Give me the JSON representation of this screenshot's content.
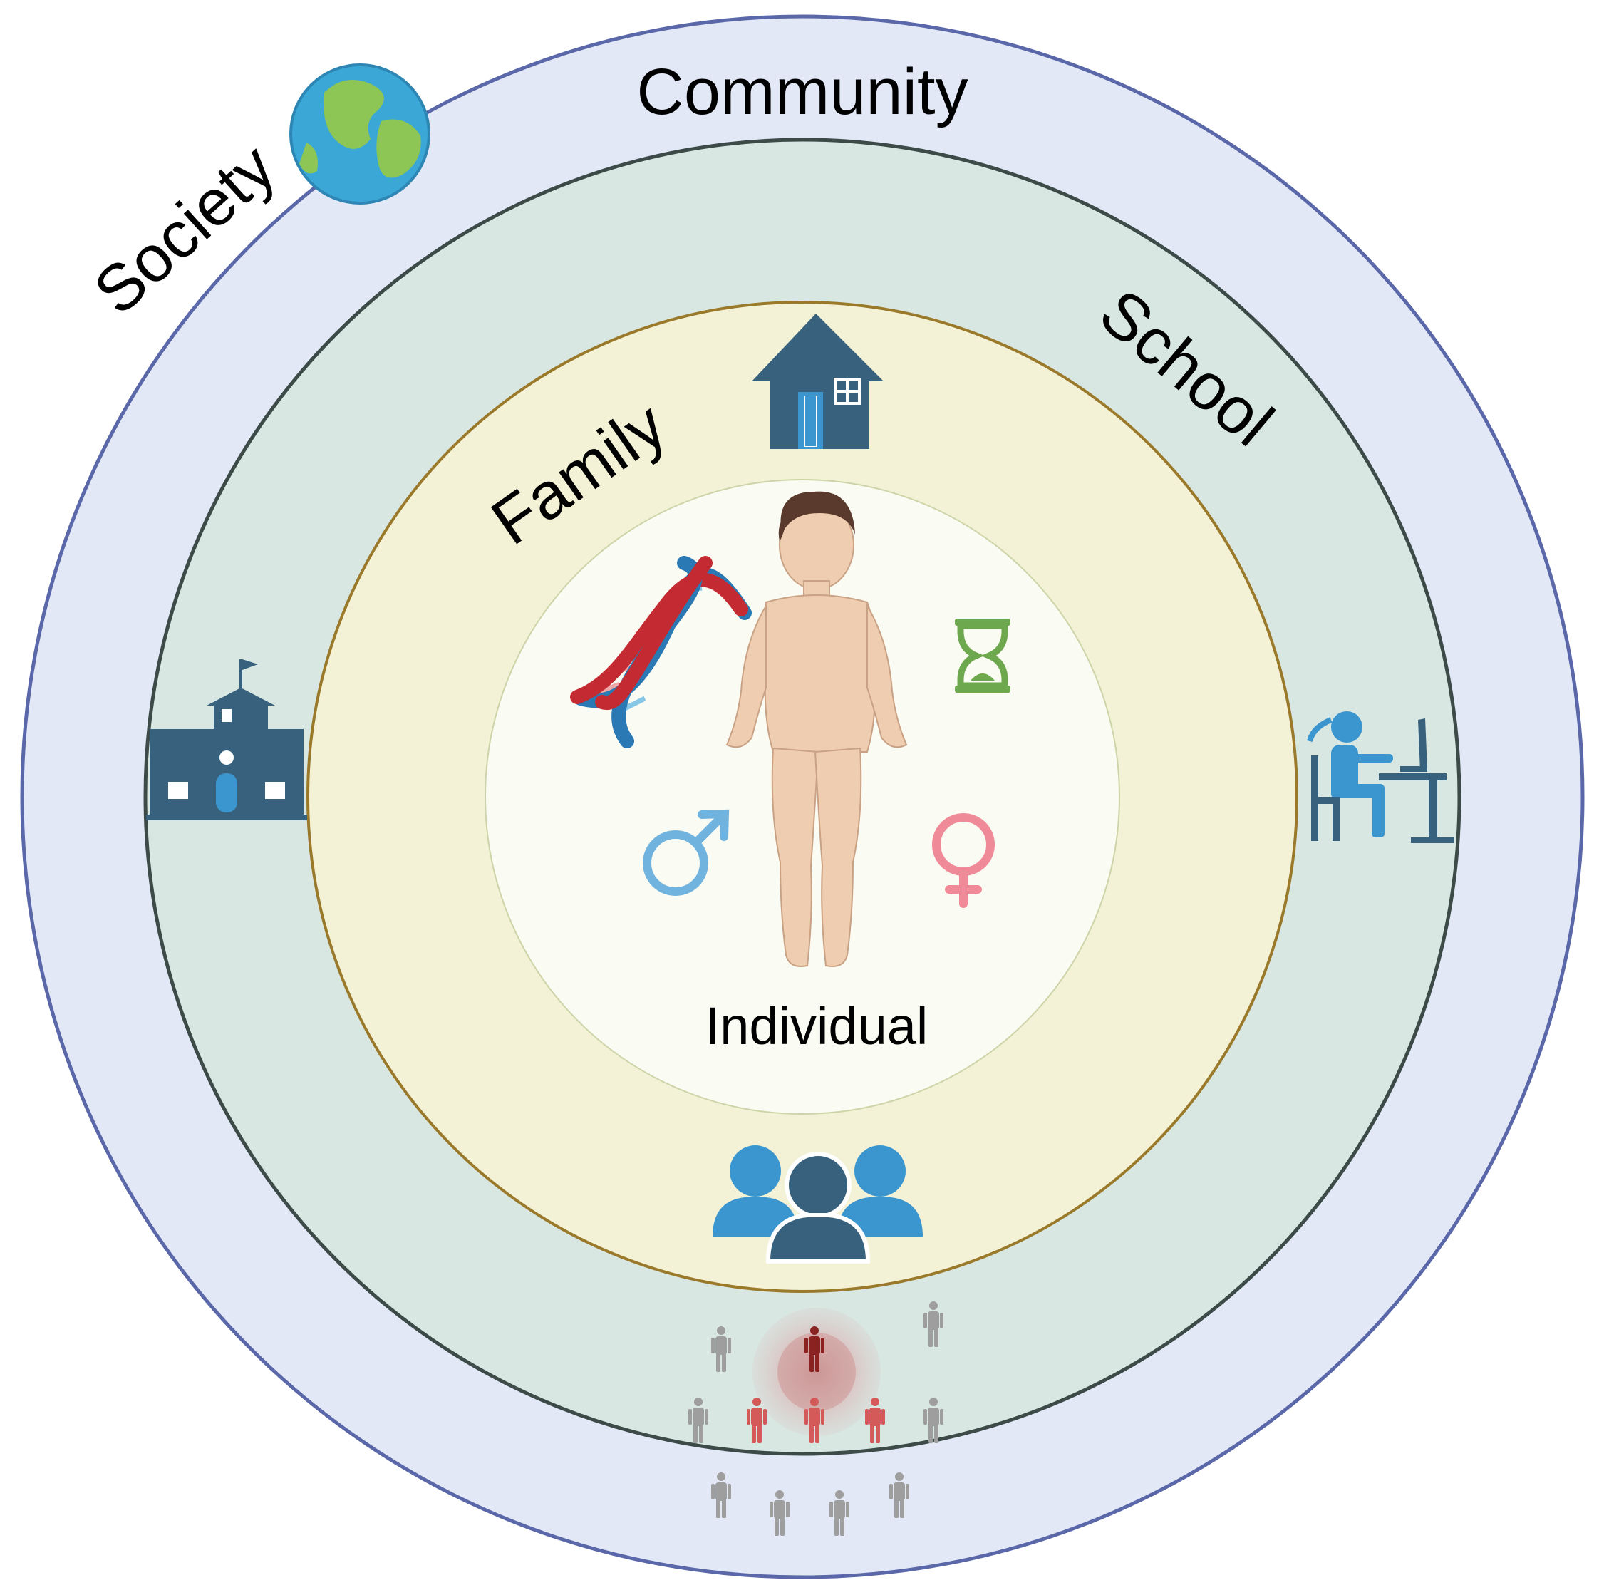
{
  "labels": {
    "community": "Community",
    "society": "Society",
    "school": "School",
    "family": "Family",
    "individual": "Individual"
  },
  "colors": {
    "outer_ring_fill": "#e3e8f7",
    "outer_ring_stroke": "#5a67a8",
    "school_ring_fill": "#d9e7e2",
    "school_ring_stroke": "#3c4a48",
    "family_ring_fill": "#f3f1d6",
    "family_ring_stroke": "#9a7a2a",
    "individual_fill": "#fafbf2",
    "icon_dark": "#37617c",
    "icon_blue": "#3b96cf",
    "male": "#6fb3de",
    "female": "#ef8a98",
    "hourglass": "#6ea84e",
    "skin": "#efcdb0",
    "hair": "#5a3a2c"
  },
  "icons": [
    "globe-icon",
    "house-icon",
    "school-building-icon",
    "student-at-desk-icon",
    "dna-icon",
    "hourglass-icon",
    "male-symbol-icon",
    "female-symbol-icon",
    "child-figure-icon",
    "group-of-people-icon",
    "disease-spread-icon"
  ]
}
